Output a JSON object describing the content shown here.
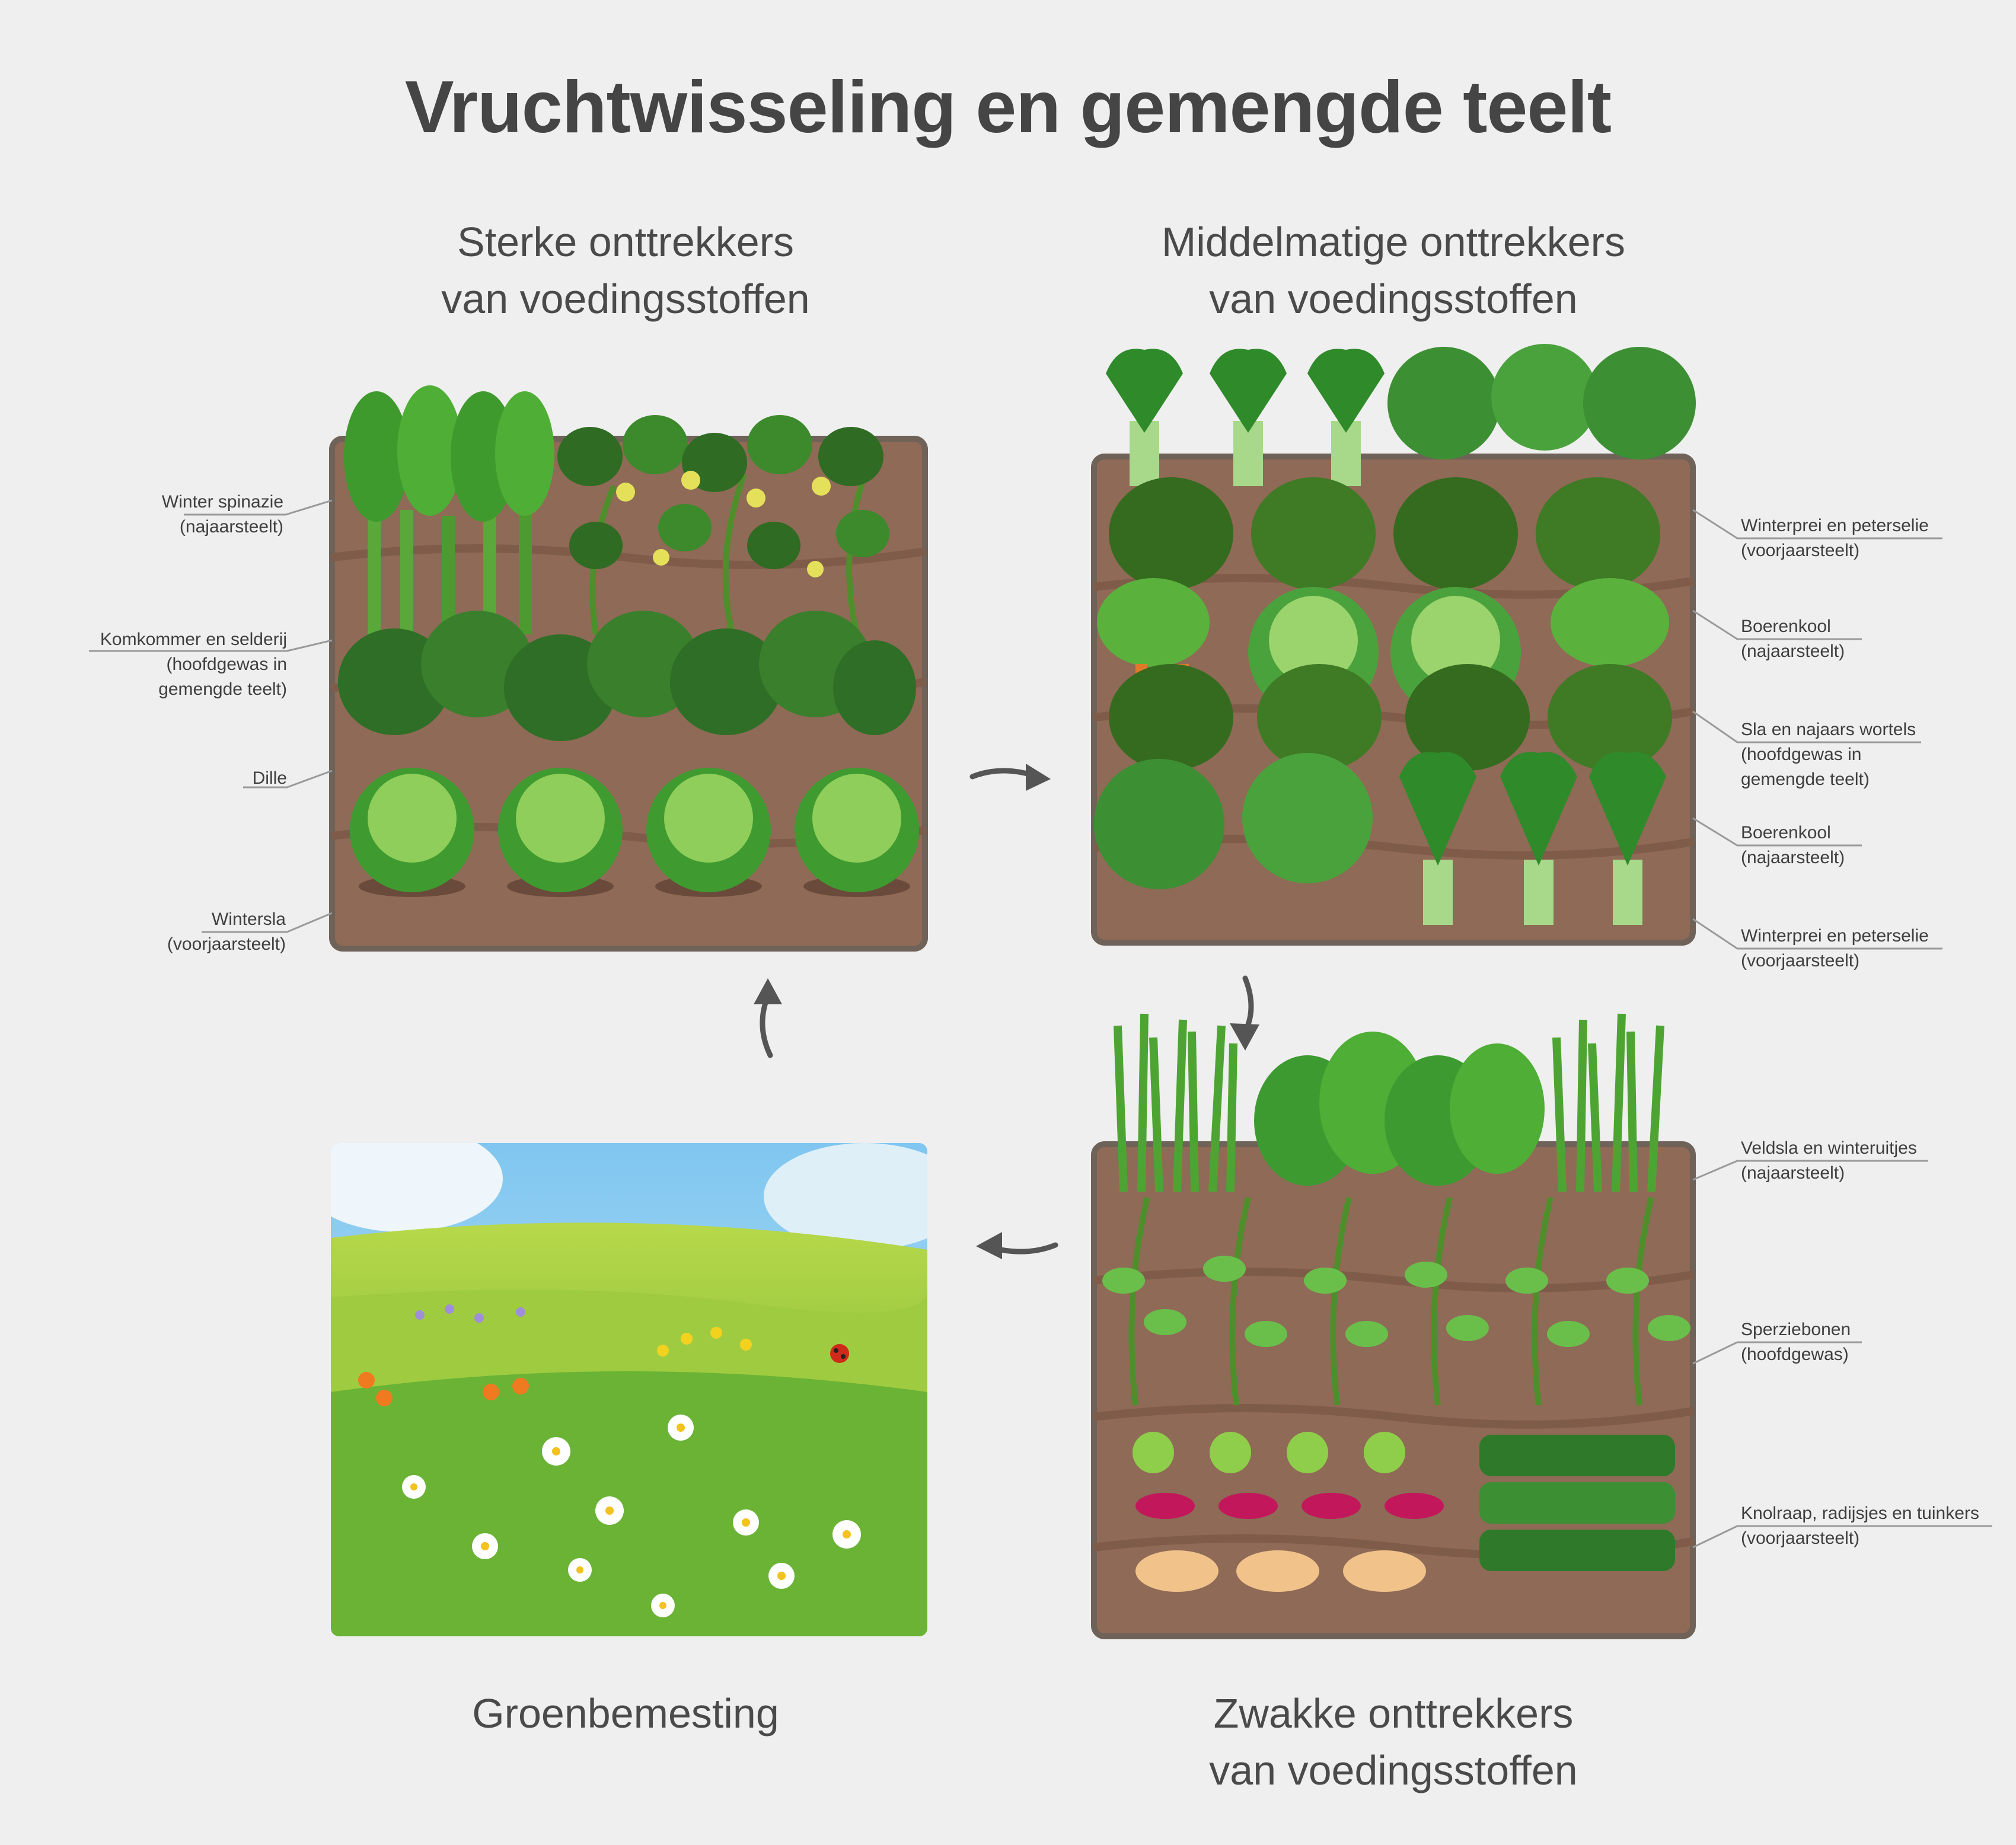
{
  "title": "Vruchtwisseling en gemengde teelt",
  "sections": {
    "strong": {
      "title": "Sterke onttrekkers\nvan voedingsstoffen",
      "labels": [
        "Winter spinazie\n(najaarsteelt)",
        "Komkommer en selderij\n(hoofdgewas in\ngemengde teelt)",
        "Dille",
        "Wintersla\n(voorjaarsteelt)"
      ]
    },
    "medium": {
      "title": "Middelmatige onttrekkers\nvan voedingsstoffen",
      "labels": [
        "Winterprei en peterselie\n(voorjaarsteelt)",
        "Boerenkool\n(najaarsteelt)",
        "Sla en najaars wortels\n(hoofdgewas in\ngemengde teelt)",
        "Boerenkool\n(najaarsteelt)",
        "Winterprei en peterselie\n(voorjaarsteelt)"
      ]
    },
    "weak": {
      "title": "Zwakke onttrekkers\nvan voedingsstoffen",
      "labels": [
        "Veldsla en winteruitjes\n(najaarsteelt)",
        "Sperziebonen\n(hoofdgewas)",
        "Knolraap, radijsjes en tuinkers\n(voorjaarsteelt)"
      ]
    },
    "green": {
      "title": "Groenbemesting"
    }
  },
  "colors": {
    "background": "#efefef",
    "soil": "#8f6a56",
    "soil_border": "#6e6259",
    "leaf_dark": "#2f7d2a",
    "leaf_mid": "#4ea433",
    "leaf_light": "#8fce4a",
    "arrow": "#555555"
  }
}
